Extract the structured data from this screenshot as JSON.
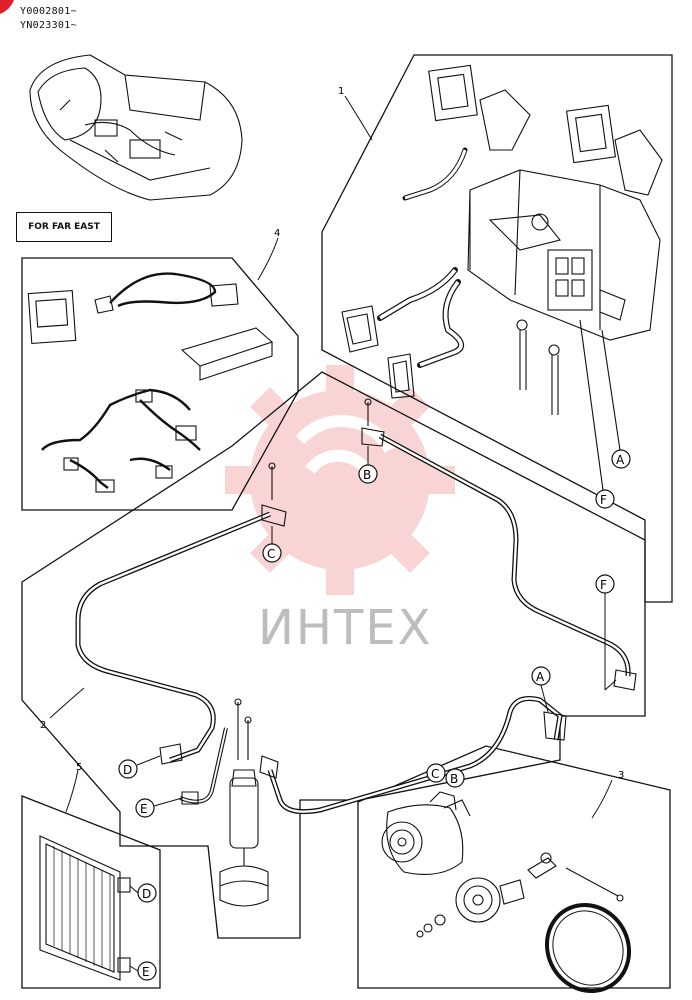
{
  "header": {
    "serial_1": "Y0002801~",
    "serial_2": "YN023301~"
  },
  "region_note": "FOR FAR EAST",
  "watermark": "ИНТЕХ",
  "callouts": {
    "group_1": "1",
    "group_2": "2",
    "group_3": "3",
    "group_4": "4",
    "group_5": "5"
  },
  "connection_refs": {
    "A": "A",
    "B": "B",
    "C": "C",
    "D": "D",
    "E": "E",
    "F": "F"
  },
  "colors": {
    "line": "#111111",
    "watermark_red": "#f3b3b3",
    "watermark_text": "#bdbdbd",
    "corner_mark": "#e0202a"
  }
}
